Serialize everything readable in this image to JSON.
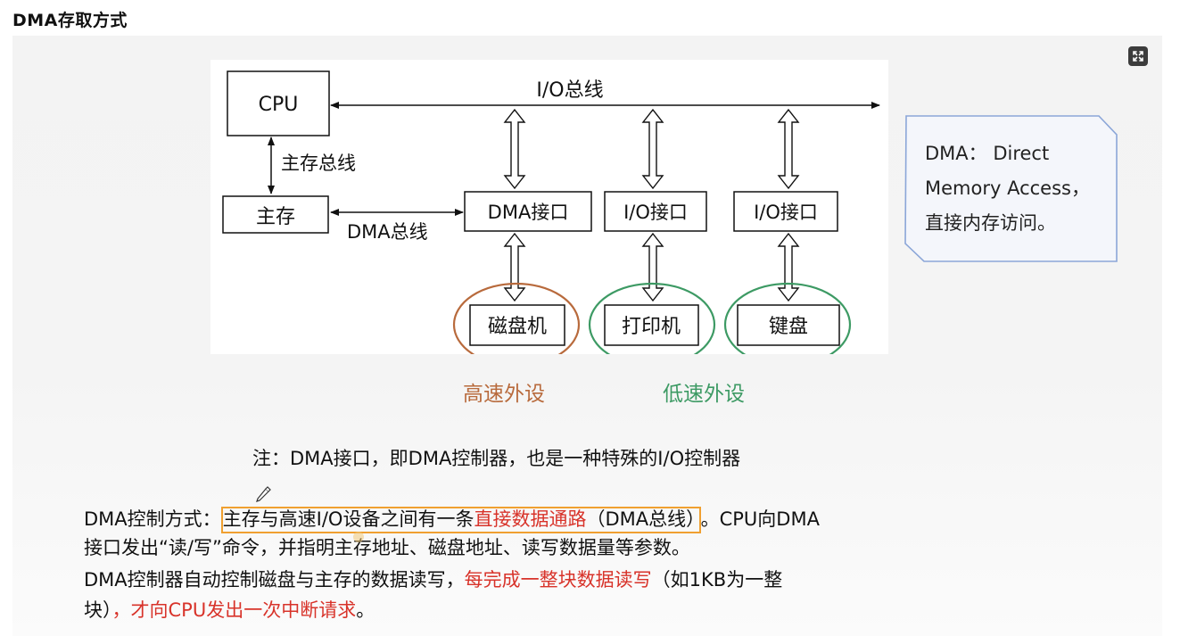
{
  "header": {
    "title": "DMA存取方式"
  },
  "diagram": {
    "io_bus": "I/O总线",
    "cpu": "CPU",
    "main_bus": "主存总线",
    "memory": "主存",
    "dma_bus": "DMA总线",
    "dma_interface": "DMA接口",
    "io_interface_1": "I/O接口",
    "io_interface_2": "I/O接口",
    "disk": "磁盘机",
    "printer": "打印机",
    "keyboard": "键盘",
    "high_speed": "高速外设",
    "low_speed": "低速外设",
    "colors": {
      "high_speed": "#b86a3c",
      "low_speed": "#3d9a64",
      "highlight": "#f0a030",
      "emphasis": "#d8332a"
    }
  },
  "callout": {
    "line1": "DMA： Direct",
    "line2": "Memory Access，",
    "line3": "直接内存访问。"
  },
  "note": "注：DMA接口，即DMA控制器，也是一种特殊的I/O控制器",
  "body": {
    "p1_prefix": "DMA控制方式：",
    "p1_box_a": "主存与高速I/O设备之间有一条",
    "p1_box_red": "直接数据通路",
    "p1_box_b": "（DMA总线）",
    "p1_suffix": "。CPU向DMA",
    "line2": "接口发出“读/写”命令，并指明主存地址、磁盘地址、读写数据量等参数。",
    "p3_a": "DMA控制器自动控制磁盘与主存的数据读写，",
    "p3_red": "每完成一整块数据读写",
    "p3_b": "（如1KB为一整",
    "p4_a": "块）",
    "p4_red": "，才向CPU发出一次中断请求",
    "p4_b": "。"
  },
  "icons": {
    "expand": "expand-icon",
    "pen": "pen-icon"
  }
}
